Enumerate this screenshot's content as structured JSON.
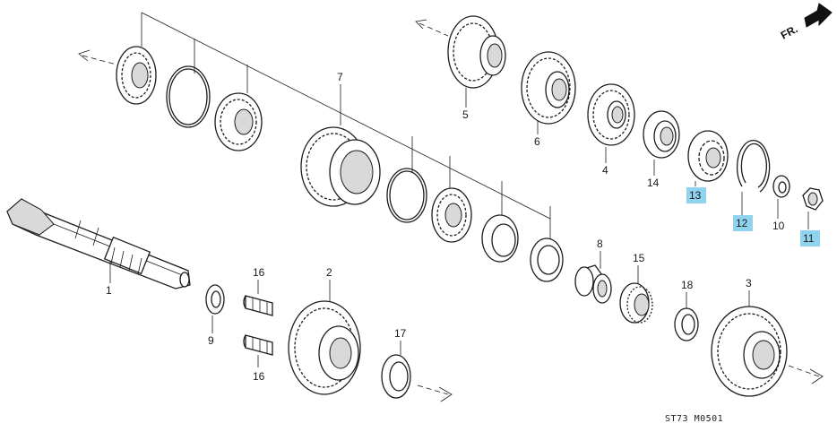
{
  "diagram": {
    "direction_label": "FR.",
    "drawing_code": "ST73  M0501",
    "highlight_color": "#8fd3ee",
    "parts": [
      {
        "id": "p1",
        "number": "1",
        "highlighted": false
      },
      {
        "id": "p2",
        "number": "2",
        "highlighted": false
      },
      {
        "id": "p3",
        "number": "3",
        "highlighted": false
      },
      {
        "id": "p4",
        "number": "4",
        "highlighted": false
      },
      {
        "id": "p5",
        "number": "5",
        "highlighted": false
      },
      {
        "id": "p6",
        "number": "6",
        "highlighted": false
      },
      {
        "id": "p7",
        "number": "7",
        "highlighted": false
      },
      {
        "id": "p8",
        "number": "8",
        "highlighted": false
      },
      {
        "id": "p9",
        "number": "9",
        "highlighted": false
      },
      {
        "id": "p10",
        "number": "10",
        "highlighted": false
      },
      {
        "id": "p11",
        "number": "11",
        "highlighted": true
      },
      {
        "id": "p12",
        "number": "12",
        "highlighted": true
      },
      {
        "id": "p13",
        "number": "13",
        "highlighted": true
      },
      {
        "id": "p14",
        "number": "14",
        "highlighted": false
      },
      {
        "id": "p15",
        "number": "15",
        "highlighted": false
      },
      {
        "id": "p16a",
        "number": "16",
        "highlighted": false
      },
      {
        "id": "p16b",
        "number": "16",
        "highlighted": false
      },
      {
        "id": "p17",
        "number": "17",
        "highlighted": false
      },
      {
        "id": "p18",
        "number": "18",
        "highlighted": false
      }
    ]
  }
}
